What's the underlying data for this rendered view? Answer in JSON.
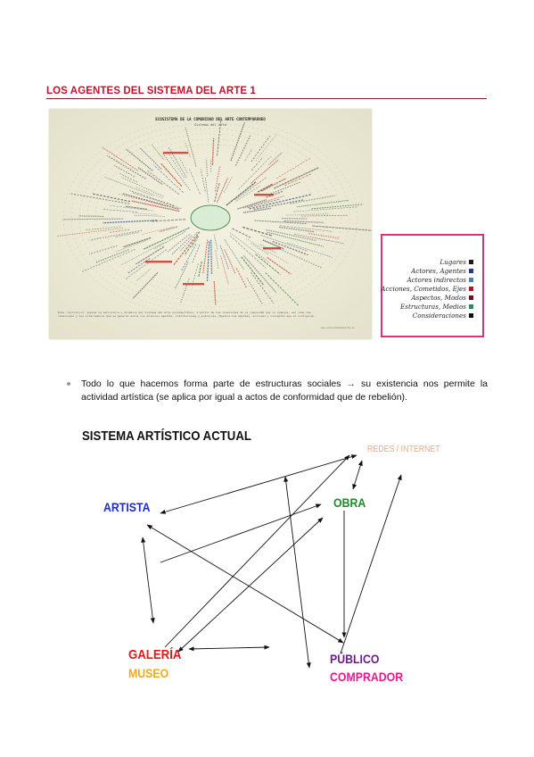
{
  "heading": "LOS AGENTES DEL SISTEMA DEL ARTE 1",
  "map": {
    "title": "ECOSISTEMA DE LA COMUNIDAD DEL ARTE CONTEMPORÁNEO",
    "subtitle": "Sistema del Arte",
    "note": "Este 'territorio' expone la estructura y dinámica del Sistema del Arte Contemporáneo, a partir de las conexiones de la comunidad que lo compone, así como las relaciones y los intercambios que se generan entre los diversos agentes, instituciones y prácticas. Muestra los agentes, acciones y conceptos que lo configuran.",
    "url": "www.ecosistemadelarte.es",
    "colors": {
      "background": "#ece9d4",
      "red_labels": "#c0392b",
      "green_labels": "#2e7d32",
      "blue_labels": "#1f4e8c"
    }
  },
  "legend": {
    "border_color": "#e0307a",
    "items": [
      {
        "label": "Lugares",
        "color": "#1a1a1a"
      },
      {
        "label": "Actores, Agentes",
        "color": "#1f3a8a"
      },
      {
        "label": "Actores indirectos",
        "color": "#3f86c6"
      },
      {
        "label": "Acciones, Cometidos, Ejes",
        "color": "#b01828"
      },
      {
        "label": "Aspectos, Modos",
        "color": "#6b1020"
      },
      {
        "label": "Estructuras, Medios",
        "color": "#2e8b57"
      },
      {
        "label": "Consideraciones",
        "color": "#111111"
      }
    ]
  },
  "bullet": {
    "text_before": "Todo lo que hacemos forma parte de estructuras sociales ",
    "arrow": "→",
    "text_after": " su existencia nos permite la actividad artística (se aplica por igual a actos de conformidad que de rebelión)."
  },
  "diagram": {
    "title": "SISTEMA ARTÍSTICO ACTUAL",
    "nodes": {
      "redes": {
        "label": "REDES / INTERNET",
        "color": "#f0a882"
      },
      "artista": {
        "label": "ARTISTA",
        "color": "#1a2bd6"
      },
      "obra": {
        "label": "OBRA",
        "color": "#1f8a2a"
      },
      "galeria": {
        "label": "GALERÍA",
        "color": "#e8151b"
      },
      "museo": {
        "label": "MUSEO",
        "color": "#f5a623"
      },
      "publico": {
        "label": "PÚBLICO",
        "color": "#6b1d8a"
      },
      "comprador": {
        "label": "COMPRADOR",
        "color": "#e6198c"
      }
    }
  }
}
